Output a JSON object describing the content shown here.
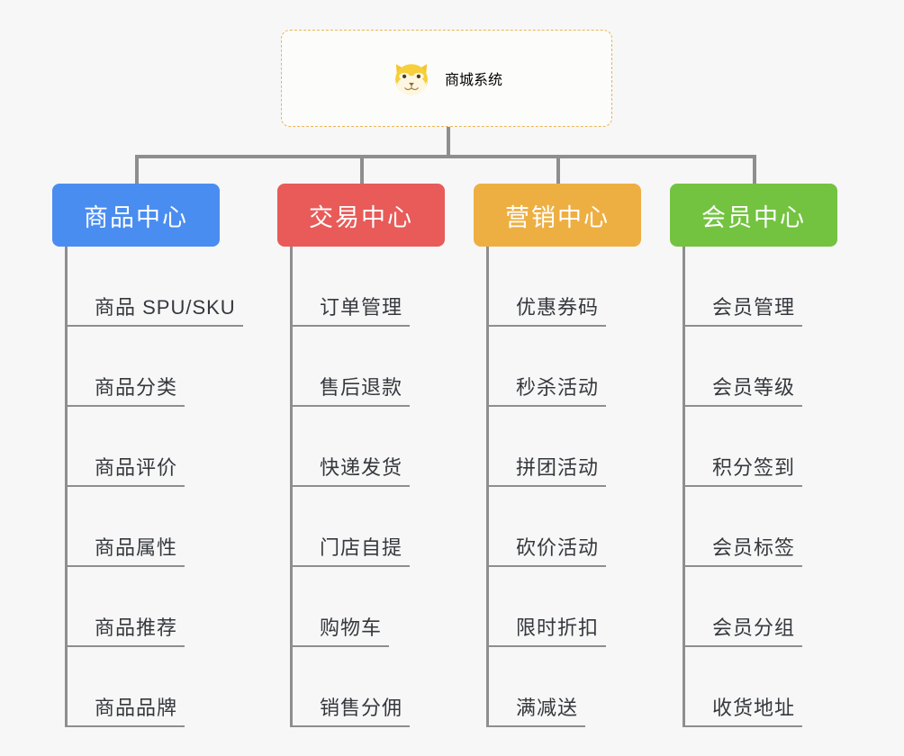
{
  "diagram": {
    "type": "mind-map",
    "background_color": "#f7f7f7",
    "connector_color": "#8e8e8e"
  },
  "root": {
    "title": "商城系统",
    "icon": "shiba-dog-face-icon",
    "text_color": "#f3b944",
    "border_color": "#e8b55a",
    "background_color": "#fcfcfa"
  },
  "categories": [
    {
      "label": "商品中心",
      "color": "#4a8df0",
      "items": [
        "商品 SPU/SKU",
        "商品分类",
        "商品评价",
        "商品属性",
        "商品推荐",
        "商品品牌"
      ]
    },
    {
      "label": "交易中心",
      "color": "#e85b58",
      "items": [
        "订单管理",
        "售后退款",
        "快递发货",
        "门店自提",
        "购物车",
        "销售分佣"
      ]
    },
    {
      "label": "营销中心",
      "color": "#eeaf42",
      "items": [
        "优惠券码",
        "秒杀活动",
        "拼团活动",
        "砍价活动",
        "限时折扣",
        "满减送"
      ]
    },
    {
      "label": "会员中心",
      "color": "#73c341",
      "items": [
        "会员管理",
        "会员等级",
        "积分签到",
        "会员标签",
        "会员分组",
        "收货地址"
      ]
    }
  ]
}
